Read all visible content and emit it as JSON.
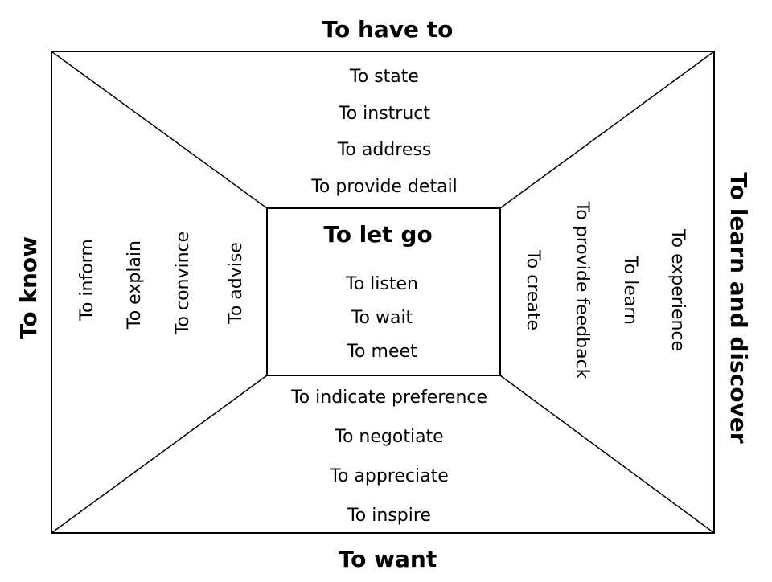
{
  "outer_labels": {
    "top": "To have to",
    "bottom": "To want",
    "left": "To know",
    "right": "To learn and discover"
  },
  "center": {
    "title": "To let go",
    "items": [
      "To listen",
      "To wait",
      "To meet"
    ]
  },
  "top_items": [
    "To state",
    "To instruct",
    "To address",
    "To provide detail"
  ],
  "bottom_items": [
    "To indicate preference",
    "To negotiate",
    "To appreciate",
    "To inspire"
  ],
  "left_items": [
    "To inform",
    "To explain",
    "To convince",
    "To advise"
  ],
  "right_items": [
    "To create",
    "To provide feedback",
    "To learn",
    "To experience"
  ]
}
